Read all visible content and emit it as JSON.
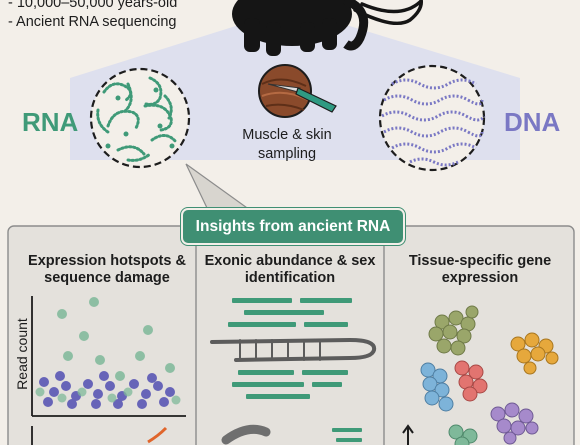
{
  "header": {
    "bullets": [
      "- 10,000–50,000 years-old",
      "- Ancient RNA sequencing"
    ]
  },
  "labels": {
    "rna": "RNA",
    "dna": "DNA",
    "sampling": "Muscle & skin sampling"
  },
  "banner": {
    "title": "Insights from ancient RNA"
  },
  "panels": [
    {
      "title": "Expression hotspots & sequence damage",
      "ylabel": "Read count"
    },
    {
      "title": "Exonic abundance & sex identification"
    },
    {
      "title": "Tissue-specific gene expression"
    }
  ],
  "colors": {
    "rna": "#3f9a78",
    "dna": "#7a78c4",
    "banner": "#3f8f73",
    "panel_bg": "#e4e1dc",
    "mammoth": "#151515",
    "cone": "#d7dcef"
  }
}
